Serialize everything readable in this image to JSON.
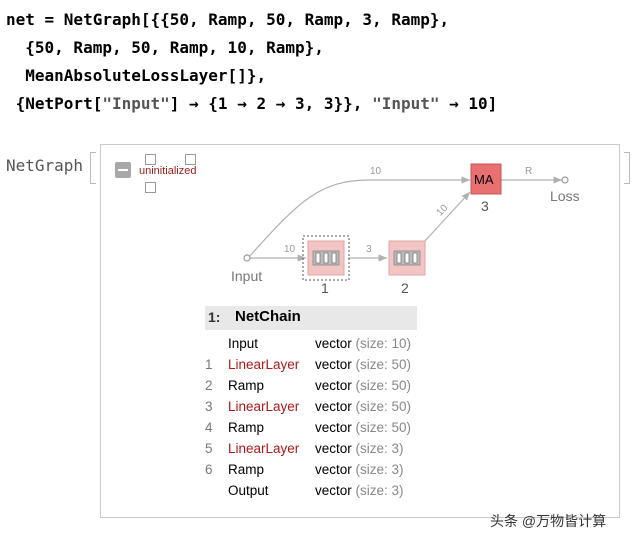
{
  "code": {
    "line1": "net = NetGraph[{{50, Ramp, 50, Ramp, 3, Ramp},",
    "line2": "  {50, Ramp, 50, Ramp, 10, Ramp},",
    "line3": "  MeanAbsoluteLossLayer[]},",
    "line4_pre": " {NetPort[",
    "line4_str1": "\"Input\"",
    "line4_mid": "] → {1 → 2 → 3, 3}}, ",
    "line4_str2": "\"Input\"",
    "line4_post": " → 10]"
  },
  "output": {
    "head_label": "NetGraph",
    "status": "uninitialized"
  },
  "graph": {
    "input_label": "Input",
    "loss_label": "Loss",
    "ma_label": "MA",
    "node1_index": "1",
    "node2_index": "2",
    "node3_index": "3",
    "edge_input_node1": "10",
    "edge_node1_node2": "3",
    "edge_node2_ma": "10",
    "edge_input_ma": "10",
    "edge_ma_loss": "R"
  },
  "detail": {
    "header_index": "1:",
    "header_title": "NetChain",
    "rows": [
      {
        "index": "",
        "name": "Input",
        "type": "vector",
        "size": "(size: 10)"
      },
      {
        "index": "1",
        "name": "LinearLayer",
        "type": "vector",
        "size": "(size: 50)"
      },
      {
        "index": "2",
        "name": "Ramp",
        "type": "vector",
        "size": "(size: 50)"
      },
      {
        "index": "3",
        "name": "LinearLayer",
        "type": "vector",
        "size": "(size: 50)"
      },
      {
        "index": "4",
        "name": "Ramp",
        "type": "vector",
        "size": "(size: 50)"
      },
      {
        "index": "5",
        "name": "LinearLayer",
        "type": "vector",
        "size": "(size: 3)"
      },
      {
        "index": "6",
        "name": "Ramp",
        "type": "vector",
        "size": "(size: 3)"
      },
      {
        "index": "",
        "name": "Output",
        "type": "vector",
        "size": "(size: 3)"
      }
    ]
  },
  "watermark": "头条 @万物皆计算",
  "colors": {
    "layer_red": "#b01818",
    "node_fill": "#f3c4c4",
    "ma_fill": "#e87070",
    "edge_gray": "#b0b0b0"
  }
}
